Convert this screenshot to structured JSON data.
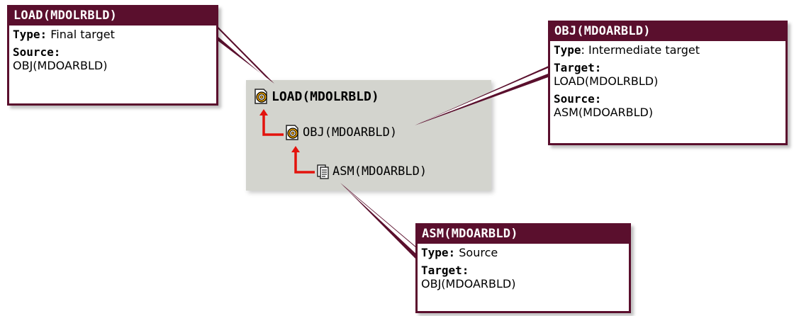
{
  "tree": {
    "nodes": [
      {
        "label": "LOAD(MDOLRBLD)",
        "icon": "final-target-icon"
      },
      {
        "label": "OBJ(MDOARBLD)",
        "icon": "intermediate-target-icon"
      },
      {
        "label": "ASM(MDOARBLD)",
        "icon": "source-file-icon"
      }
    ]
  },
  "callouts": {
    "load": {
      "title": "LOAD(MDOLRBLD)",
      "type_key": "Type:",
      "type_value": "Final target",
      "source_key": "Source:",
      "source_value": "OBJ(MDOARBLD)"
    },
    "obj": {
      "title": "OBJ(MDOARBLD)",
      "type_key": "Type",
      "type_value": ": Intermediate target",
      "target_key": "Target:",
      "target_value": "LOAD(MDOLRBLD)",
      "source_key": "Source:",
      "source_value": "ASM(MDOARBLD)"
    },
    "asm": {
      "title": "ASM(MDOARBLD)",
      "type_key": "Type:",
      "type_value": "Source",
      "target_key": "Target:",
      "target_value": "OBJ(MDOARBLD)"
    }
  },
  "colors": {
    "callout_border": "#5a0f2d",
    "callout_title_bg": "#5a0f2d",
    "callout_title_text": "#ffffff",
    "tree_panel_bg": "#d3d4ce",
    "link_arrow": "#e3130d"
  }
}
